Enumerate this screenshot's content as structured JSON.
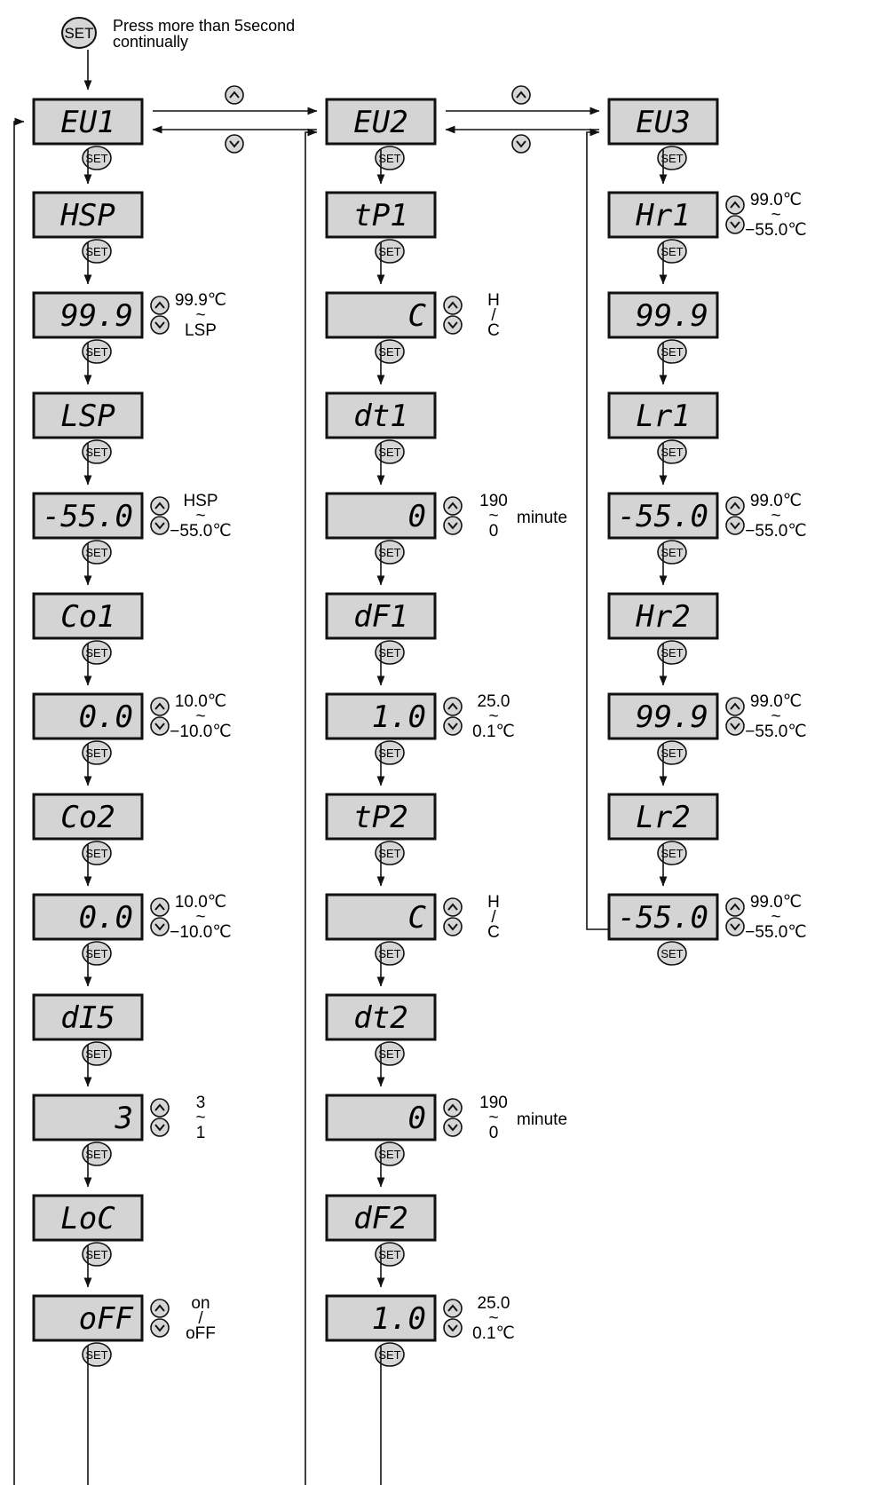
{
  "start": {
    "key": "SET",
    "note_line1": "Press more than 5second",
    "note_line2": "continually"
  },
  "keys": {
    "set": "SET",
    "up": "up-key",
    "down": "down-key"
  },
  "columns": [
    {
      "group": "EU1",
      "items": [
        {
          "text": "HSP"
        },
        {
          "text": "99.9",
          "range": {
            "up": "99.9℃",
            "sep": "~",
            "down": "LSP"
          }
        },
        {
          "text": "LSP"
        },
        {
          "text": "-55.0",
          "range": {
            "up": "HSP",
            "sep": "~",
            "down": "−55.0℃"
          }
        },
        {
          "text": "Co1"
        },
        {
          "text": "0.0",
          "range": {
            "up": "10.0℃",
            "sep": "~",
            "down": "−10.0℃"
          }
        },
        {
          "text": "Co2"
        },
        {
          "text": "0.0",
          "range": {
            "up": "10.0℃",
            "sep": "~",
            "down": "−10.0℃"
          }
        },
        {
          "text": "dI5"
        },
        {
          "text": "3",
          "range": {
            "up": "3",
            "sep": "~",
            "down": "1"
          }
        },
        {
          "text": "LoC"
        },
        {
          "text": "oFF",
          "range": {
            "up": "on",
            "sep": "/",
            "down": "oFF"
          }
        }
      ]
    },
    {
      "group": "EU2",
      "items": [
        {
          "text": "tP1"
        },
        {
          "text": "C",
          "range": {
            "up": "H",
            "sep": "/",
            "down": "C"
          }
        },
        {
          "text": "dt1"
        },
        {
          "text": "0",
          "range": {
            "up": "190",
            "sep": "~",
            "down": "0",
            "unit": "minute"
          }
        },
        {
          "text": "dF1"
        },
        {
          "text": "1.0",
          "range": {
            "up": "25.0",
            "sep": "~",
            "down": "0.1℃"
          }
        },
        {
          "text": "tP2"
        },
        {
          "text": "C",
          "range": {
            "up": "H",
            "sep": "/",
            "down": "C"
          }
        },
        {
          "text": "dt2"
        },
        {
          "text": "0",
          "range": {
            "up": "190",
            "sep": "~",
            "down": "0",
            "unit": "minute"
          }
        },
        {
          "text": "dF2"
        },
        {
          "text": "1.0",
          "range": {
            "up": "25.0",
            "sep": "~",
            "down": "0.1℃"
          }
        }
      ]
    },
    {
      "group": "EU3",
      "items": [
        {
          "text": "Hr1",
          "range": {
            "up": "99.0℃",
            "sep": "~",
            "down": "−55.0℃"
          }
        },
        {
          "text": "99.9"
        },
        {
          "text": "Lr1"
        },
        {
          "text": "-55.0",
          "range": {
            "up": "99.0℃",
            "sep": "~",
            "down": "−55.0℃"
          }
        },
        {
          "text": "Hr2"
        },
        {
          "text": "99.9",
          "range": {
            "up": "99.0℃",
            "sep": "~",
            "down": "−55.0℃"
          }
        },
        {
          "text": "Lr2"
        },
        {
          "text": "-55.0",
          "range": {
            "up": "99.0℃",
            "sep": "~",
            "down": "−55.0℃"
          }
        }
      ]
    }
  ]
}
